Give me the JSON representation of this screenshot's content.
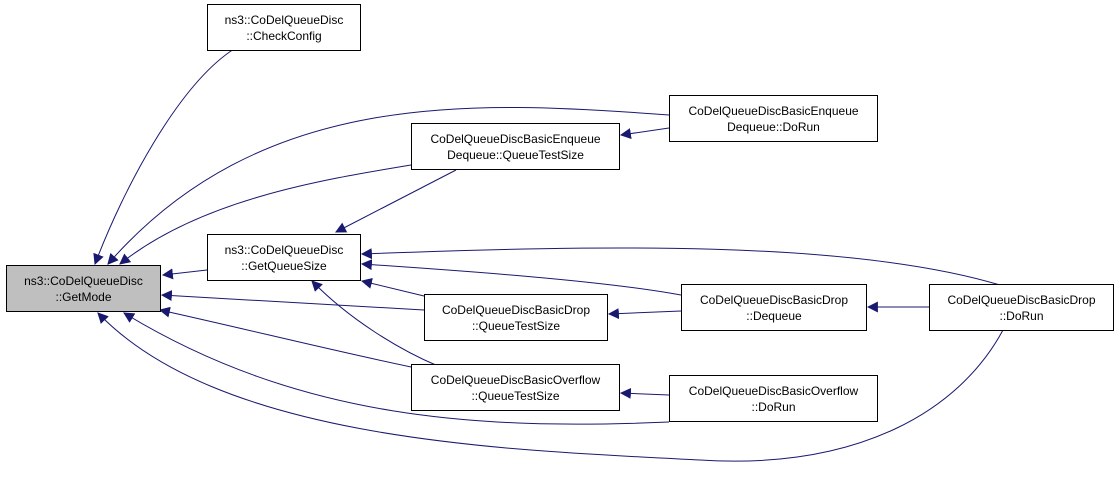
{
  "colors": {
    "edge": "#191970",
    "focus_fill": "#bfbfbf",
    "node_border": "#000000"
  },
  "nodes": {
    "getmode": {
      "line1": "ns3::CoDelQueueDisc",
      "line2": "::GetMode"
    },
    "checkconfig": {
      "line1": "ns3::CoDelQueueDisc",
      "line2": "::CheckConfig"
    },
    "getqueuesize": {
      "line1": "ns3::CoDelQueueDisc",
      "line2": "::GetQueueSize"
    },
    "enq_qts": {
      "line1": "CoDelQueueDiscBasicEnqueue",
      "line2": "Dequeue::QueueTestSize"
    },
    "enq_dorun": {
      "line1": "CoDelQueueDiscBasicEnqueue",
      "line2": "Dequeue::DoRun"
    },
    "drop_qts": {
      "line1": "CoDelQueueDiscBasicDrop",
      "line2": "::QueueTestSize"
    },
    "drop_dequeue": {
      "line1": "CoDelQueueDiscBasicDrop",
      "line2": "::Dequeue"
    },
    "drop_dorun": {
      "line1": "CoDelQueueDiscBasicDrop",
      "line2": "::DoRun"
    },
    "overflow_qts": {
      "line1": "CoDelQueueDiscBasicOverflow",
      "line2": "::QueueTestSize"
    },
    "overflow_dorun": {
      "line1": "CoDelQueueDiscBasicOverflow",
      "line2": "::DoRun"
    }
  }
}
